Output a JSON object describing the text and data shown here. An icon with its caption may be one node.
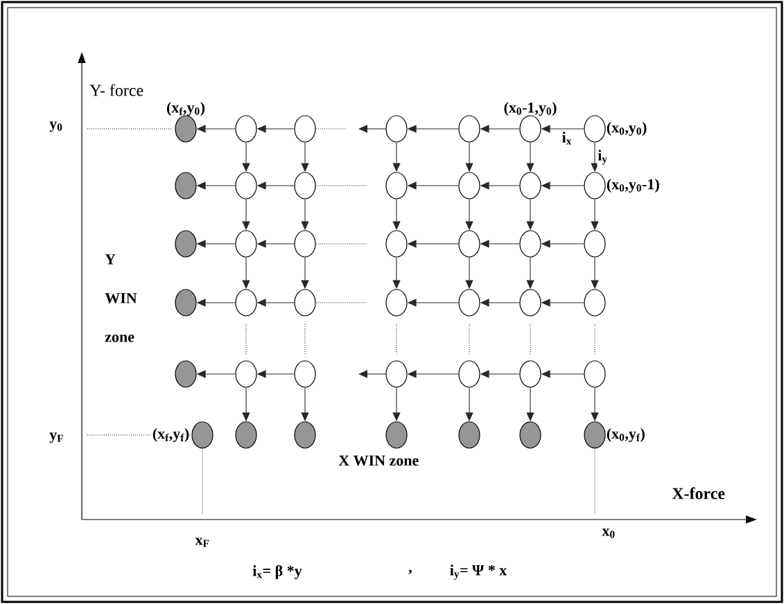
{
  "diagram": {
    "nodes": [
      {
        "text": [],
        "shape": "circle",
        "beside": [
          "(x$_{f}$,y$_{0}$)"
        ]
      },
      {
        "text": [],
        "shape": "circle"
      },
      {
        "text": [],
        "shape": "circle"
      },
      {
        "text": [],
        "shape": "circle"
      },
      {
        "text": [],
        "shape": "circle"
      },
      {
        "text": [],
        "shape": "circle",
        "beside": [
          "(x$_{0}$-1,y$_{0}$)"
        ]
      },
      {
        "text": [],
        "shape": "circle",
        "beside": [
          "(x$_{0}$,y$_{0}$)"
        ]
      },
      {
        "text": [],
        "shape": "circle"
      },
      {
        "text": [],
        "shape": "circle"
      },
      {
        "text": [],
        "shape": "circle"
      },
      {
        "text": [],
        "shape": "circle"
      },
      {
        "text": [],
        "shape": "circle"
      },
      {
        "text": [],
        "shape": "circle"
      },
      {
        "text": [],
        "shape": "circle",
        "beside": [
          "(x$_{0}$,y$_{0}$-1)"
        ]
      },
      {
        "text": [],
        "shape": "circle"
      },
      {
        "text": [],
        "shape": "circle"
      },
      {
        "text": [],
        "shape": "circle"
      },
      {
        "text": [],
        "shape": "circle"
      },
      {
        "text": [],
        "shape": "circle"
      },
      {
        "text": [],
        "shape": "circle"
      },
      {
        "text": [],
        "shape": "circle"
      },
      {
        "text": [],
        "shape": "circle"
      },
      {
        "text": [],
        "shape": "circle"
      },
      {
        "text": [],
        "shape": "circle"
      },
      {
        "text": [],
        "shape": "circle"
      },
      {
        "text": [],
        "shape": "circle"
      },
      {
        "text": [],
        "shape": "circle"
      },
      {
        "text": [],
        "shape": "circle"
      },
      {
        "text": [],
        "shape": "circle"
      },
      {
        "text": [],
        "shape": "circle"
      },
      {
        "text": [],
        "shape": "circle"
      },
      {
        "text": [],
        "shape": "circle"
      },
      {
        "text": [],
        "shape": "circle"
      },
      {
        "text": [],
        "shape": "circle"
      },
      {
        "text": [],
        "shape": "circle"
      },
      {
        "text": [],
        "shape": "circle",
        "beside": [
          "(x$_{f}$,y$_{f}$)"
        ]
      },
      {
        "text": [],
        "shape": "circle"
      },
      {
        "text": [],
        "shape": "circle"
      },
      {
        "text": [],
        "shape": "circle"
      },
      {
        "text": [],
        "shape": "circle"
      },
      {
        "text": [],
        "shape": "circle"
      },
      {
        "text": [],
        "shape": "circle",
        "beside": [
          "(x$_{0}$,y$_{f}$)"
        ]
      }
    ],
    "edges": [
      {
        "from": 6,
        "to": 5,
        "arrow": "to",
        "label": "i$_{x}$"
      },
      {
        "from": 5,
        "to": 4,
        "arrow": "to"
      },
      {
        "from": 4,
        "to": 3,
        "arrow": "to"
      },
      {
        "from": 3,
        "to": null,
        "arrow": "to"
      },
      {
        "from": 2,
        "to": 1,
        "arrow": "to"
      },
      {
        "from": 1,
        "to": 0,
        "arrow": "to"
      },
      {
        "from": 13,
        "to": 12,
        "arrow": "to"
      },
      {
        "from": 12,
        "to": 11,
        "arrow": "to"
      },
      {
        "from": 11,
        "to": 10,
        "arrow": "to"
      },
      {
        "from": 9,
        "to": 8,
        "arrow": "to"
      },
      {
        "from": 8,
        "to": 7,
        "arrow": "to"
      },
      {
        "from": 20,
        "to": 19,
        "arrow": "to"
      },
      {
        "from": 19,
        "to": 18,
        "arrow": "to"
      },
      {
        "from": 18,
        "to": 17,
        "arrow": "to"
      },
      {
        "from": 16,
        "to": 15,
        "arrow": "to"
      },
      {
        "from": 15,
        "to": 14,
        "arrow": "to"
      },
      {
        "from": 27,
        "to": 26,
        "arrow": "to"
      },
      {
        "from": 26,
        "to": 25,
        "arrow": "to"
      },
      {
        "from": 25,
        "to": 24,
        "arrow": "to"
      },
      {
        "from": 23,
        "to": 22,
        "arrow": "to"
      },
      {
        "from": 22,
        "to": 21,
        "arrow": "to"
      },
      {
        "from": 34,
        "to": 33,
        "arrow": "to"
      },
      {
        "from": 33,
        "to": 32,
        "arrow": "to"
      },
      {
        "from": 32,
        "to": 31,
        "arrow": "to"
      },
      {
        "from": 31,
        "to": null,
        "arrow": "to"
      },
      {
        "from": 30,
        "to": 29,
        "arrow": "to"
      },
      {
        "from": 29,
        "to": 28,
        "arrow": "to"
      },
      {
        "from": 1,
        "to": 8,
        "arrow": "to"
      },
      {
        "from": 8,
        "to": 15,
        "arrow": "to"
      },
      {
        "from": 15,
        "to": 22,
        "arrow": "to"
      },
      {
        "from": 29,
        "to": 36,
        "arrow": "to"
      },
      {
        "from": 2,
        "to": 9,
        "arrow": "to"
      },
      {
        "from": 9,
        "to": 16,
        "arrow": "to"
      },
      {
        "from": 16,
        "to": 23,
        "arrow": "to"
      },
      {
        "from": 30,
        "to": 37,
        "arrow": "to"
      },
      {
        "from": 3,
        "to": 10,
        "arrow": "to"
      },
      {
        "from": 10,
        "to": 17,
        "arrow": "to"
      },
      {
        "from": 17,
        "to": 24,
        "arrow": "to"
      },
      {
        "from": 31,
        "to": 38,
        "arrow": "to"
      },
      {
        "from": 4,
        "to": 11,
        "arrow": "to"
      },
      {
        "from": 11,
        "to": 18,
        "arrow": "to"
      },
      {
        "from": 18,
        "to": 25,
        "arrow": "to"
      },
      {
        "from": 32,
        "to": 39,
        "arrow": "to"
      },
      {
        "from": 5,
        "to": 12,
        "arrow": "to"
      },
      {
        "from": 12,
        "to": 19,
        "arrow": "to"
      },
      {
        "from": 19,
        "to": 26,
        "arrow": "to"
      },
      {
        "from": 33,
        "to": 40,
        "arrow": "to"
      },
      {
        "from": 6,
        "to": 13,
        "arrow": "to",
        "label": "i$_{y}$"
      },
      {
        "from": 13,
        "to": 20,
        "arrow": "to"
      },
      {
        "from": 20,
        "to": 27,
        "arrow": "to"
      },
      {
        "from": 34,
        "to": 41,
        "arrow": "to"
      }
    ],
    "labels": [
      "Y- force",
      "y$_{0}$",
      "Y WIN zone",
      "y$_{F}$",
      "X WIN zone",
      "X-force",
      "x$_{F}$",
      "x$_{0}$",
      "i$_{x}$= β *y",
      ",",
      "i$_{y}$= Ψ * x"
    ]
  }
}
